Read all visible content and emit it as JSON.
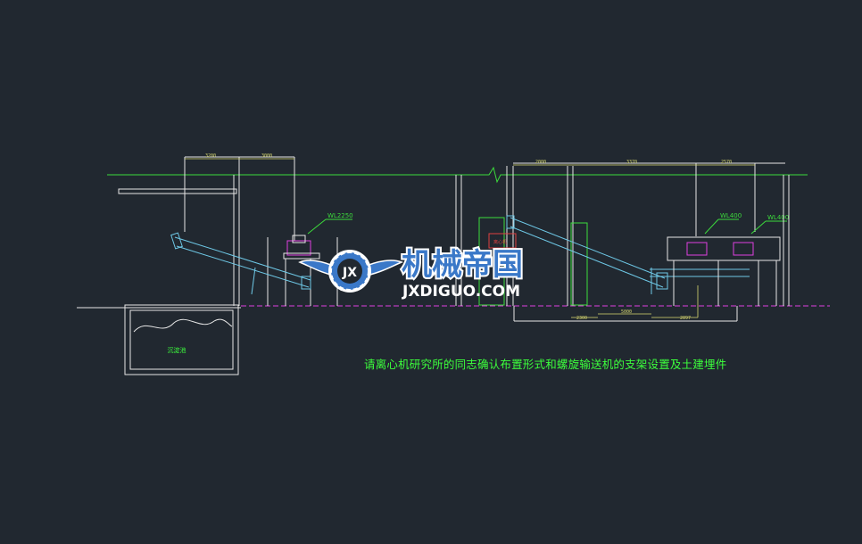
{
  "colors": {
    "background": "#212830",
    "ground_line": "#3cdc3c",
    "structure": "#e6e6e6",
    "conveyor": "#6ec8e6",
    "magenta": "#e040e0",
    "dimension": "#d8d870",
    "note": "#3cff3c",
    "logo_blue": "#3a78c8",
    "logo_shadow": "#ffffff"
  },
  "drawing": {
    "labels": {
      "wl_left": "WL2250",
      "wl_mid": "WL400",
      "wl_right": "WL400",
      "pit_label": "沉淀池",
      "red_box_label": "离心机"
    },
    "dimensions": {
      "top_left_a": "3200",
      "top_left_b": "3000",
      "top_right_a": "2000",
      "top_right_b": "3370",
      "top_right_c": "2570",
      "bottom_a": "2300",
      "bottom_b": "5000",
      "bottom_c": "2897"
    },
    "note": "请离心机研究所的同志确认布置形式和螺旋输送机的支架设置及土建埋件"
  },
  "watermark": {
    "emblem": "JX",
    "chinese": "机械帝国",
    "domain": "JXDIGUO.COM"
  }
}
